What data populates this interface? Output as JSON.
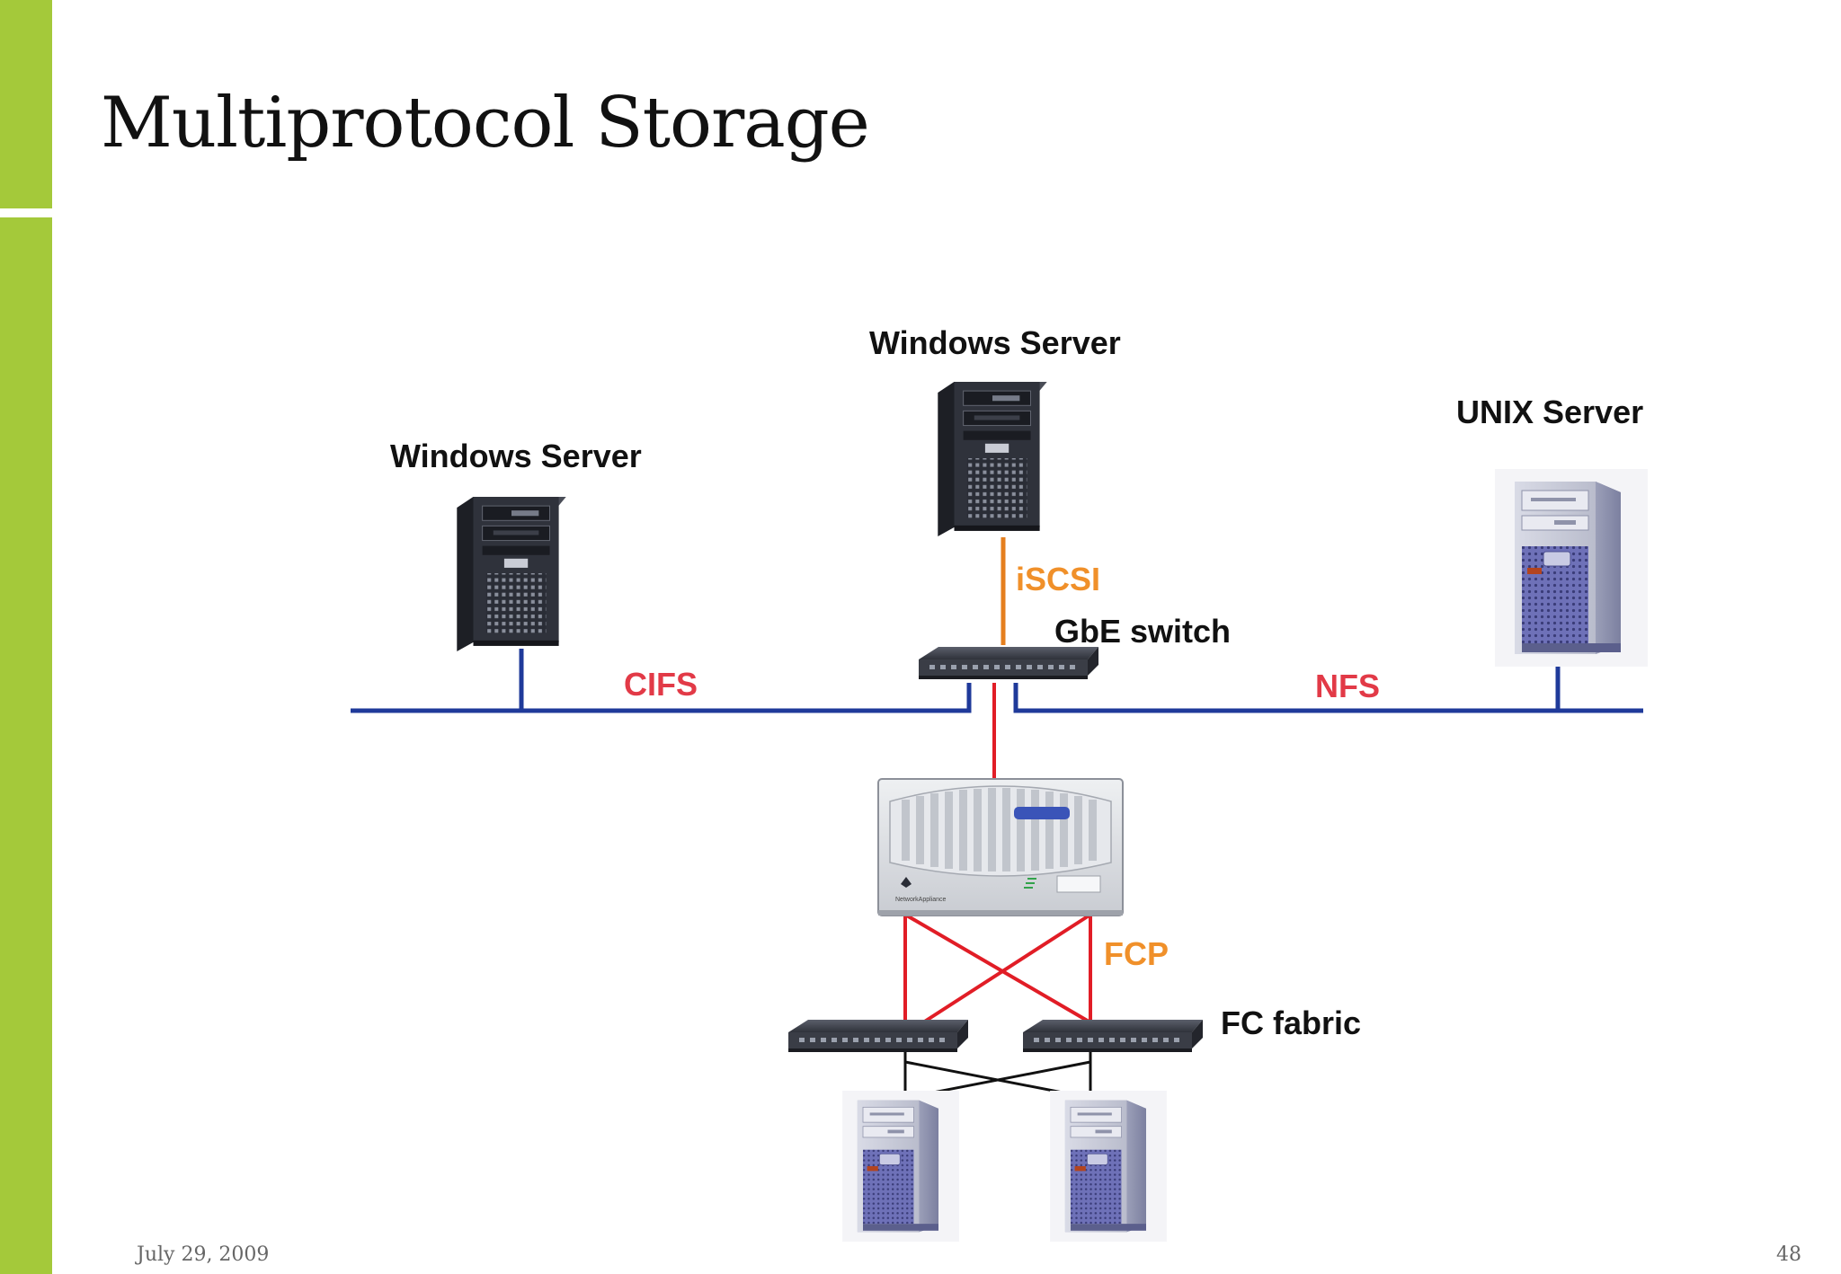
{
  "slide": {
    "title": "Multiprotocol Storage",
    "date": "July 29, 2009",
    "page_number": "48",
    "accent_color": "#a4c93a"
  },
  "diagram": {
    "servers": {
      "windows_left": "Windows Server",
      "windows_top": "Windows Server",
      "unix": "UNIX Server"
    },
    "protocols": {
      "cifs": "CIFS",
      "iscsi": "iSCSI",
      "nfs": "NFS",
      "fcp": "FCP"
    },
    "devices": {
      "gbe_switch": "GbE switch",
      "fc_fabric": "FC fabric",
      "filer_brand": "NetworkAppliance"
    },
    "colors": {
      "ethernet_line": "#1f3a9a",
      "iscsi_line": "#e57f1f",
      "fc_line": "#e11d26",
      "fabric_line": "#111111",
      "protocol_red": "#e23a47",
      "protocol_orange": "#f0902a"
    }
  }
}
